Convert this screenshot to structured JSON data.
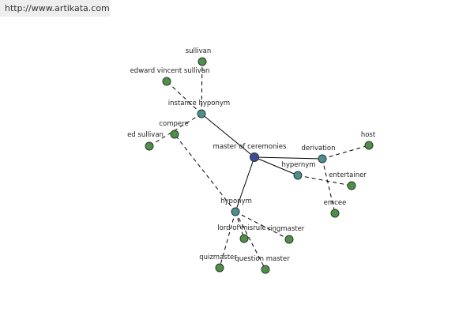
{
  "watermark_url": "http://www.artikata.com",
  "colors": {
    "center_node": "#3c4a9a",
    "relation_node": "#4d8d93",
    "term_node": "#4f8f4a",
    "edge": "#000000"
  },
  "graph": {
    "nodes": [
      {
        "id": "master-of-ceremonies",
        "label": "master of ceremonies",
        "kind": "center"
      },
      {
        "id": "instance-hyponym",
        "label": "instance hyponym",
        "kind": "relation"
      },
      {
        "id": "derivation",
        "label": "derivation",
        "kind": "relation"
      },
      {
        "id": "hypernym",
        "label": "hypernym",
        "kind": "relation"
      },
      {
        "id": "hyponym",
        "label": "hyponym",
        "kind": "relation"
      },
      {
        "id": "sullivan",
        "label": "sullivan",
        "kind": "term"
      },
      {
        "id": "edward-vincent-sullivan",
        "label": "edward vincent sullivan",
        "kind": "term"
      },
      {
        "id": "compere",
        "label": "compere",
        "kind": "term"
      },
      {
        "id": "ed-sullivan",
        "label": "ed sullivan",
        "kind": "term"
      },
      {
        "id": "host",
        "label": "host",
        "kind": "term"
      },
      {
        "id": "entertainer",
        "label": "entertainer",
        "kind": "term"
      },
      {
        "id": "emcee",
        "label": "emcee",
        "kind": "term"
      },
      {
        "id": "lord-of-misrule",
        "label": "lord of misrule",
        "kind": "term"
      },
      {
        "id": "ringmaster",
        "label": "ringmaster",
        "kind": "term"
      },
      {
        "id": "quizmaster",
        "label": "quizmaster",
        "kind": "term"
      },
      {
        "id": "question-master",
        "label": "question master",
        "kind": "term"
      }
    ],
    "edges": [
      {
        "from": "master-of-ceremonies",
        "to": "instance-hyponym",
        "style": "solid"
      },
      {
        "from": "master-of-ceremonies",
        "to": "derivation",
        "style": "solid"
      },
      {
        "from": "master-of-ceremonies",
        "to": "hypernym",
        "style": "solid"
      },
      {
        "from": "master-of-ceremonies",
        "to": "hyponym",
        "style": "solid"
      },
      {
        "from": "instance-hyponym",
        "to": "sullivan",
        "style": "dashed"
      },
      {
        "from": "instance-hyponym",
        "to": "edward-vincent-sullivan",
        "style": "dashed"
      },
      {
        "from": "instance-hyponym",
        "to": "ed-sullivan",
        "style": "dashed"
      },
      {
        "from": "hyponym",
        "to": "compere",
        "style": "dashed"
      },
      {
        "from": "derivation",
        "to": "host",
        "style": "dashed"
      },
      {
        "from": "derivation",
        "to": "emcee",
        "style": "dashed"
      },
      {
        "from": "hypernym",
        "to": "entertainer",
        "style": "dashed"
      },
      {
        "from": "hyponym",
        "to": "lord-of-misrule",
        "style": "dashed"
      },
      {
        "from": "hyponym",
        "to": "ringmaster",
        "style": "dashed"
      },
      {
        "from": "hyponym",
        "to": "quizmaster",
        "style": "dashed"
      },
      {
        "from": "hyponym",
        "to": "question-master",
        "style": "dashed"
      }
    ]
  }
}
